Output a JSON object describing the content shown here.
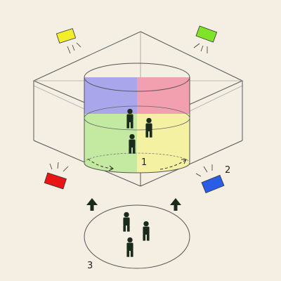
{
  "labels": {
    "room": "1",
    "projector": "2",
    "waiting_area": "3"
  },
  "colors": {
    "background": "#f4efe2",
    "quadrant_top_left": "#a9a6ec",
    "quadrant_top_right": "#f2a0b0",
    "quadrant_front_left": "#c4eaa2",
    "quadrant_front_right": "#f4f1a3",
    "projector_yellow": "#f2ee2a",
    "projector_green": "#7ee329",
    "projector_red": "#e91515",
    "projector_blue": "#2a5de6",
    "figure": "#1a2a1c"
  },
  "icons": {
    "projector": "projector-icon",
    "person": "person-icon",
    "arrow": "arrow-up-icon"
  }
}
